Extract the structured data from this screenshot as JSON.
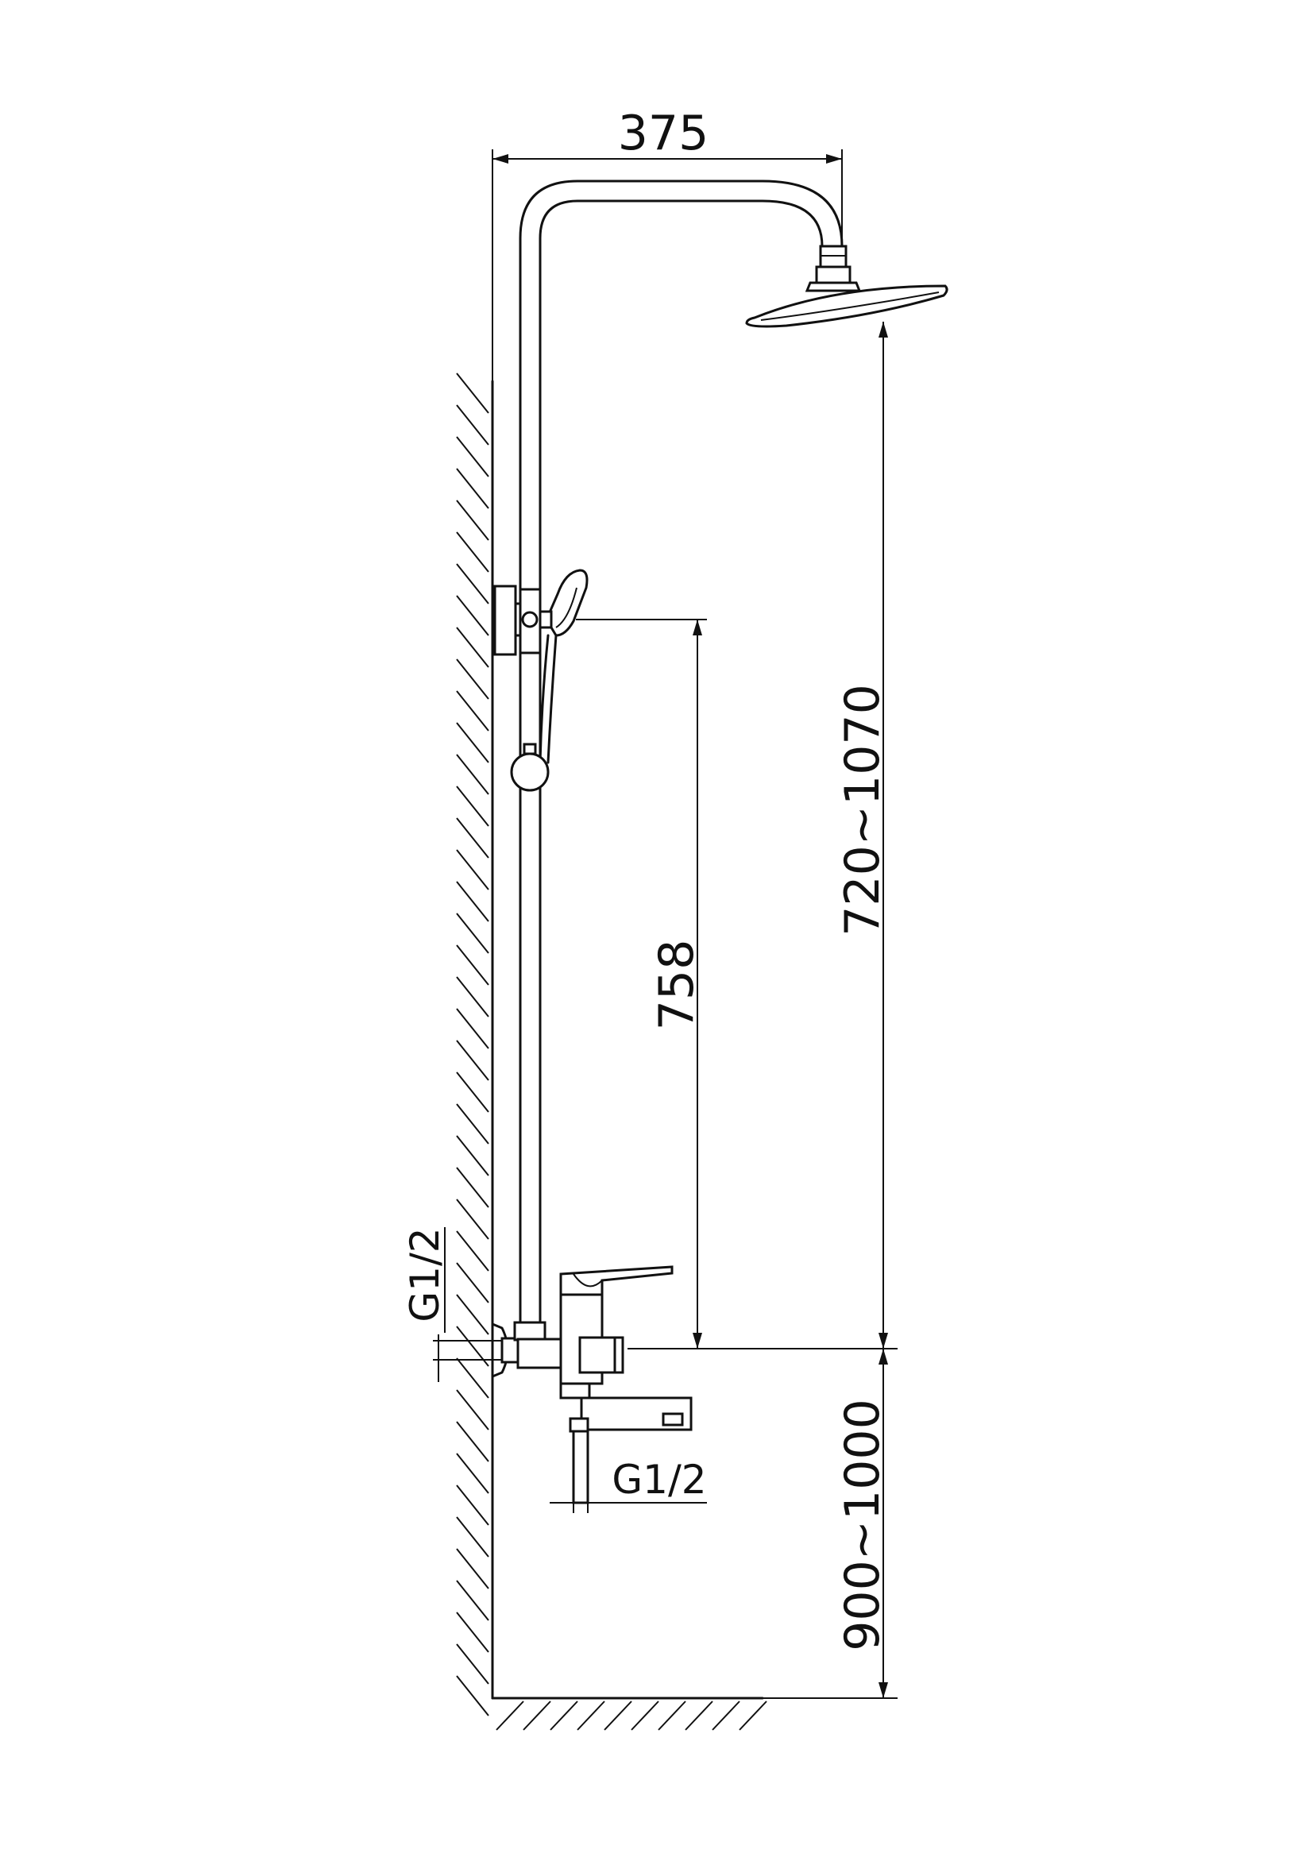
{
  "dimensions": {
    "width_label": "375",
    "hand_shower_height": "758",
    "head_height_range": "720~1070",
    "mixer_height_range": "900~1000",
    "inlet_thread_wall": "G1/2",
    "outlet_thread_spout": "G1/2"
  }
}
